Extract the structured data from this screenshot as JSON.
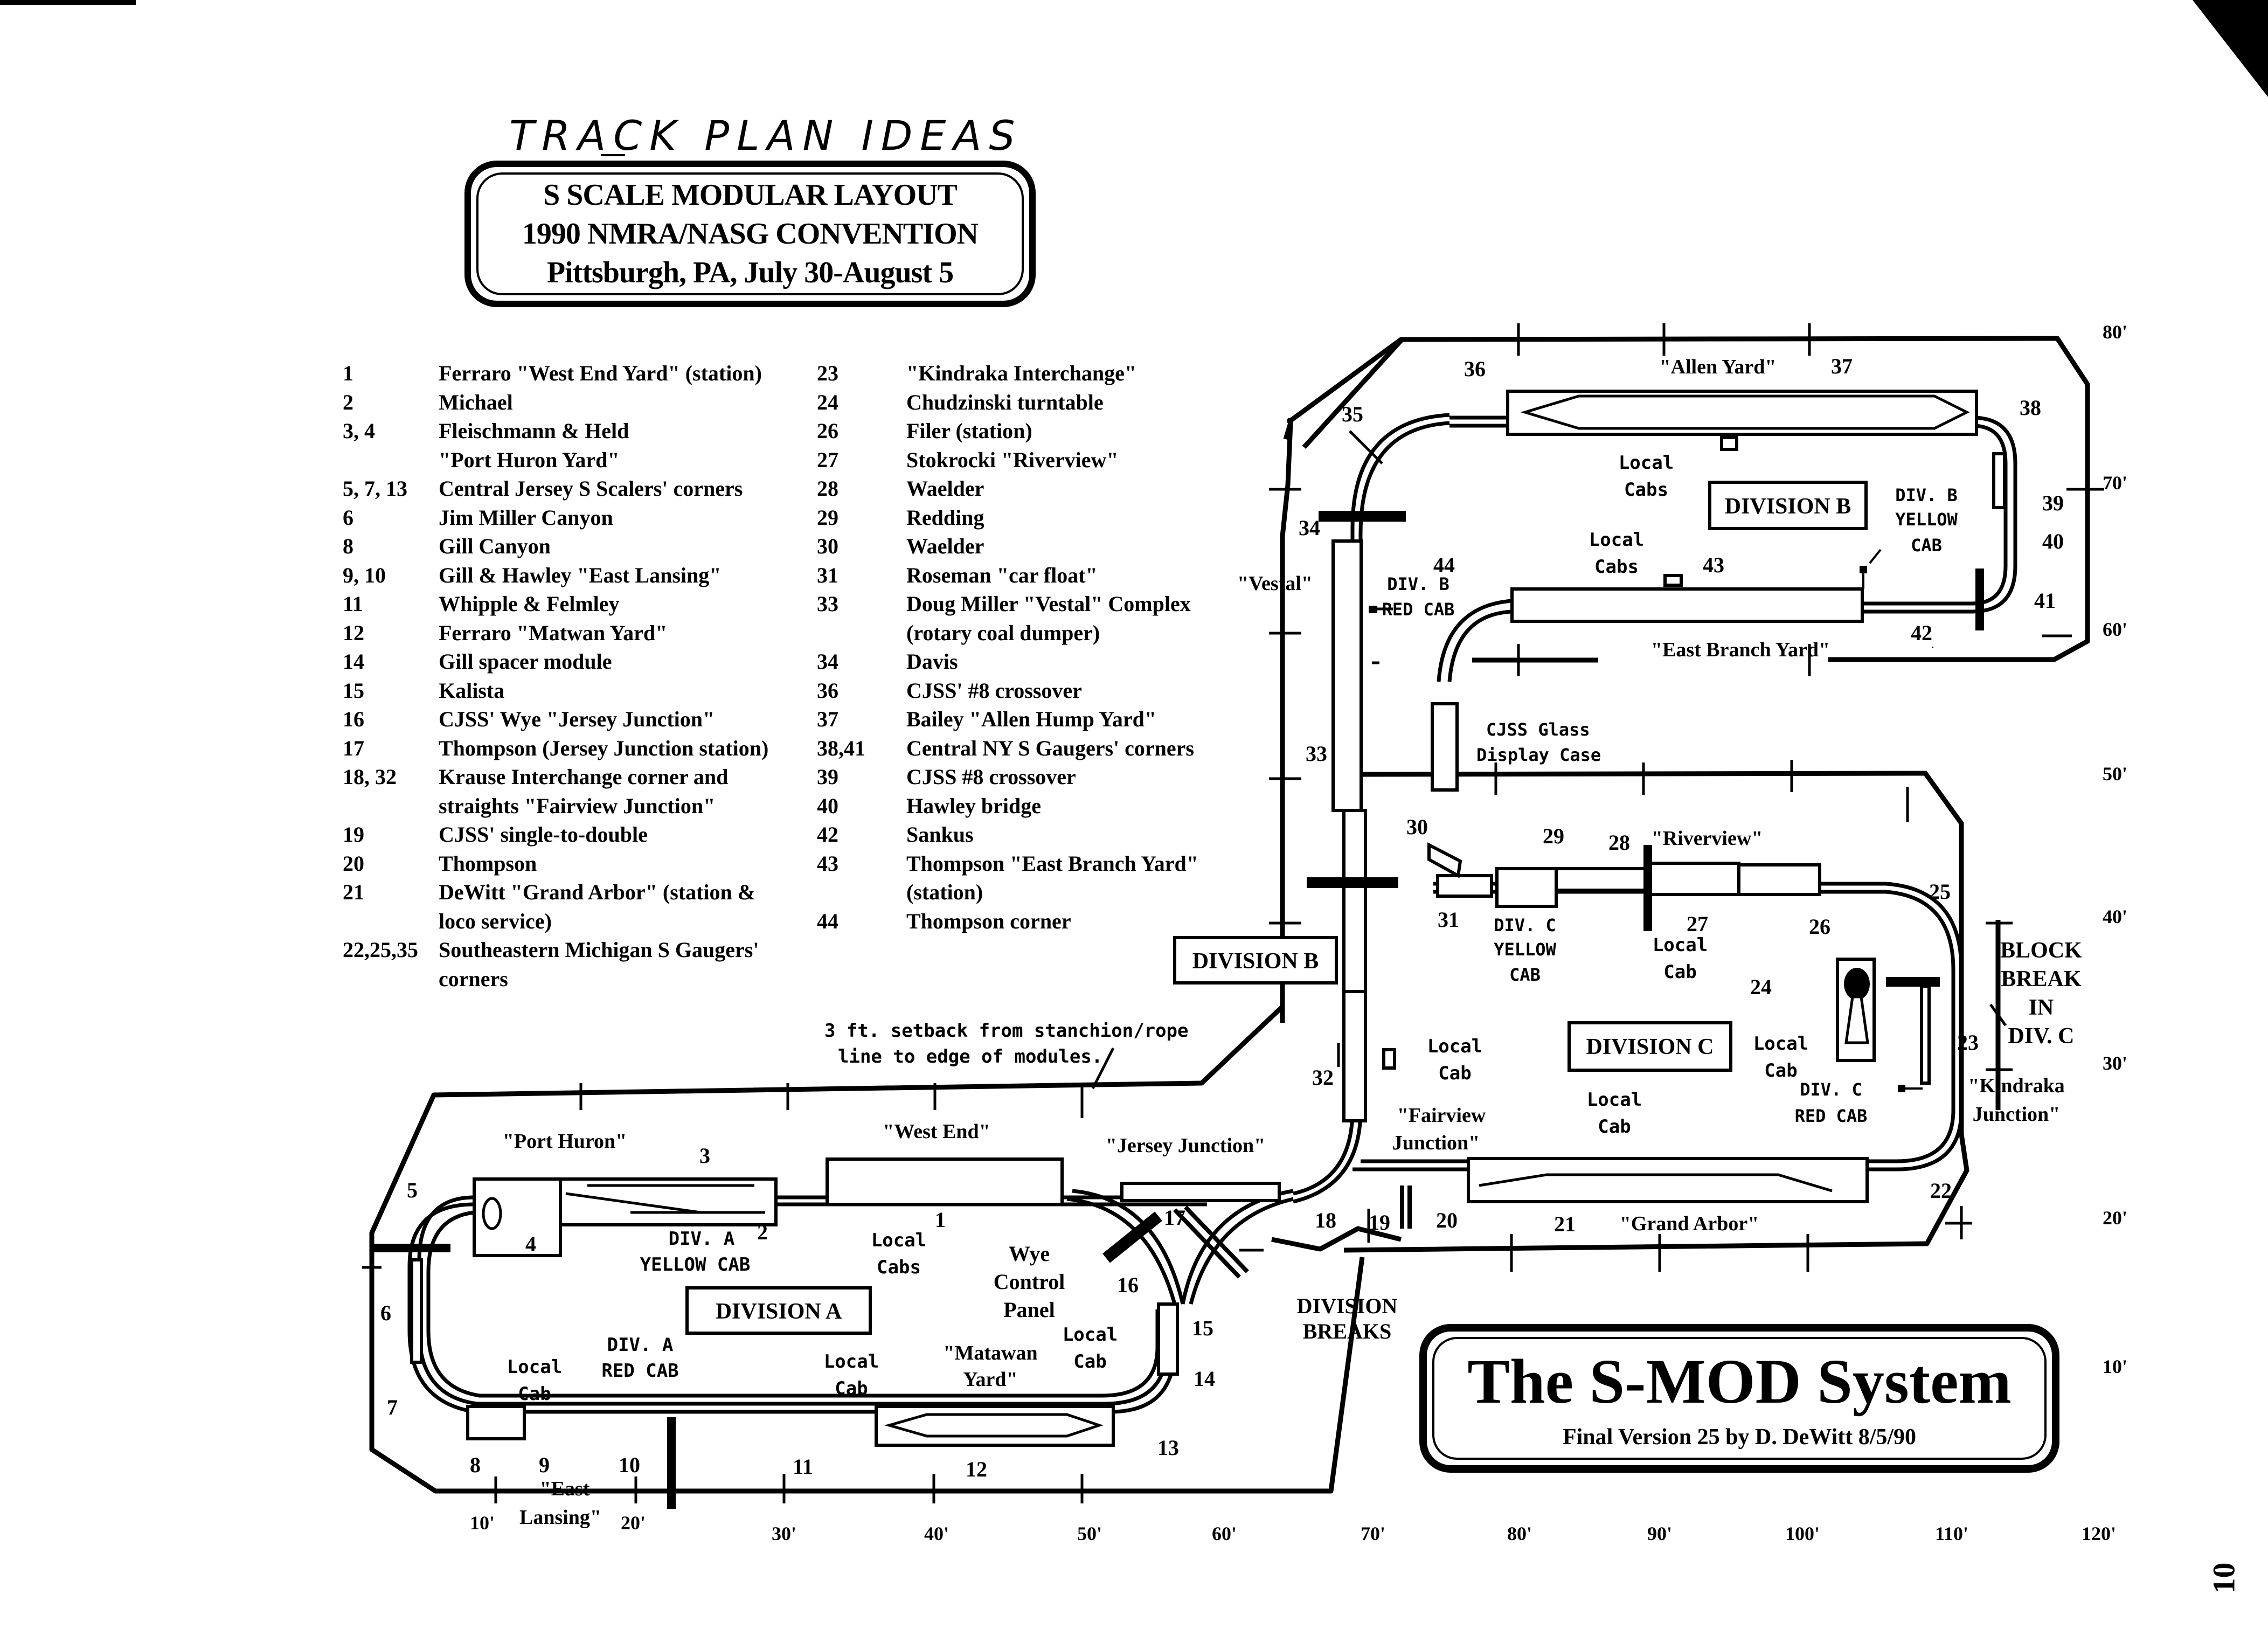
{
  "handwritten_title": "TRACK PLAN IDEAS",
  "header_box": {
    "line1": "S SCALE MODULAR LAYOUT",
    "line2": "1990 NMRA/NASG CONVENTION",
    "line3": "Pittsburgh, PA, July 30-August 5"
  },
  "legend_left": [
    {
      "num": "1",
      "desc": "Ferraro \"West End Yard\"  (station)"
    },
    {
      "num": "2",
      "desc": "Michael"
    },
    {
      "num": "3, 4",
      "desc": "Fleischmann  & Held"
    },
    {
      "num": "",
      "desc": "\"Port Huron Yard\""
    },
    {
      "num": "5, 7, 13",
      "desc": "Central Jersey S Scalers' corners"
    },
    {
      "num": "6",
      "desc": "Jim Miller Canyon"
    },
    {
      "num": "8",
      "desc": "Gill Canyon"
    },
    {
      "num": "9, 10",
      "desc": "Gill & Hawley  \"East  Lansing\""
    },
    {
      "num": "11",
      "desc": "Whipple & Felmley"
    },
    {
      "num": "12",
      "desc": "Ferraro  \"Matwan Yard\""
    },
    {
      "num": "14",
      "desc": "Gill spacer module"
    },
    {
      "num": "15",
      "desc": "Kalista"
    },
    {
      "num": "16",
      "desc": "CJSS' Wye \"Jersey Junction\""
    },
    {
      "num": "17",
      "desc": "Thompson (Jersey Junction station)"
    },
    {
      "num": "18, 32",
      "desc": "Krause Interchange corner and"
    },
    {
      "num": "",
      "desc": "straights \"Fairview Junction\""
    },
    {
      "num": "19",
      "desc": "CJSS' single-to-double"
    },
    {
      "num": "20",
      "desc": "Thompson"
    },
    {
      "num": "21",
      "desc": "DeWitt \"Grand Arbor\" (station &"
    },
    {
      "num": "",
      "desc": "loco service)"
    },
    {
      "num": "22,25,35",
      "desc": "Southeastern Michigan S Gaugers'"
    },
    {
      "num": "",
      "desc": "corners"
    }
  ],
  "legend_right": [
    {
      "num": "23",
      "desc": "\"Kindraka Interchange\""
    },
    {
      "num": "24",
      "desc": "Chudzinski  turntable"
    },
    {
      "num": "26",
      "desc": "Filer (station)"
    },
    {
      "num": "27",
      "desc": "Stokrocki \"Riverview\""
    },
    {
      "num": "28",
      "desc": "Waelder"
    },
    {
      "num": "29",
      "desc": "Redding"
    },
    {
      "num": "30",
      "desc": "Waelder"
    },
    {
      "num": "31",
      "desc": "Roseman \"car float\""
    },
    {
      "num": "33",
      "desc": "Doug Miller \"Vestal\" Complex"
    },
    {
      "num": "",
      "desc": "(rotary coal dumper)"
    },
    {
      "num": "34",
      "desc": "Davis"
    },
    {
      "num": "36",
      "desc": "CJSS' #8 crossover"
    },
    {
      "num": "37",
      "desc": "Bailey \"Allen Hump Yard\""
    },
    {
      "num": "38,41",
      "desc": "Central NY S Gaugers' corners"
    },
    {
      "num": "39",
      "desc": "CJSS #8 crossover"
    },
    {
      "num": "40",
      "desc": "Hawley bridge"
    },
    {
      "num": "42",
      "desc": "Sankus"
    },
    {
      "num": "43",
      "desc": "Thompson \"East Branch Yard\""
    },
    {
      "num": "",
      "desc": "(station)"
    },
    {
      "num": "44",
      "desc": "Thompson corner"
    }
  ],
  "map": {
    "divisions": {
      "a": "DIVISION   A",
      "b_inner": "DIVISION  B",
      "b_outer": "DIVISION   B",
      "c": "DIVISION  C"
    },
    "place_names": {
      "port_huron": "\"Port Huron\"",
      "west_end": "\"West End\"",
      "jersey_junction": "\"Jersey Junction\"",
      "matawan_1": "\"Matawan",
      "matawan_2": "Yard\"",
      "east_lansing_1": "\"East",
      "east_lansing_2": "Lansing\"",
      "fairview_1": "\"Fairview",
      "fairview_2": "Junction\"",
      "grand_arbor": "\"Grand Arbor\"",
      "kindraka_1": "\"Kindraka",
      "kindraka_2": "Junction\"",
      "riverview": "\"Riverview\"",
      "vestal": "\"Vestal\"",
      "allen_yard": "\"Allen  Yard\"",
      "east_branch_yard": "\"East Branch Yard\""
    },
    "cab_labels": {
      "div_a_yellow_1": "DIV. A",
      "div_a_yellow_2": "YELLOW CAB",
      "div_a_red_1": "DIV. A",
      "div_a_red_2": "RED CAB",
      "div_b_red_1": "DIV. B",
      "div_b_red_2": "RED CAB",
      "div_b_yellow_1": "DIV. B",
      "div_b_yellow_2": "YELLOW",
      "div_b_yellow_3": "CAB",
      "div_c_yellow_1": "DIV. C",
      "div_c_yellow_2": "YELLOW",
      "div_c_yellow_3": "CAB",
      "div_c_red_1": "DIV. C",
      "div_c_red_2": "RED CAB",
      "local": "Local",
      "cab": "Cab",
      "cabs": "Cabs"
    },
    "notes": {
      "wye_1": "Wye",
      "wye_2": "Control",
      "wye_3": "Panel",
      "setback_1": "3 ft. setback from stanchion/rope",
      "setback_2": "line to edge of modules.",
      "glass_1": "CJSS Glass",
      "glass_2": "Display Case",
      "div_breaks_1": "DIVISION",
      "div_breaks_2": "BREAKS",
      "block_1": "BLOCK",
      "block_2": "BREAK",
      "block_3": "IN",
      "block_4": "DIV. C"
    },
    "module_numbers": [
      "1",
      "2",
      "3",
      "4",
      "5",
      "6",
      "7",
      "8",
      "9",
      "10",
      "11",
      "12",
      "13",
      "14",
      "15",
      "16",
      "17",
      "18",
      "19",
      "20",
      "21",
      "22",
      "23",
      "24",
      "25",
      "26",
      "27",
      "28",
      "29",
      "30",
      "31",
      "32",
      "33",
      "34",
      "35",
      "36",
      "37",
      "38",
      "39",
      "40",
      "41",
      "42",
      "43",
      "44"
    ],
    "x_axis_labels": [
      "10'",
      "20'",
      "30'",
      "40'",
      "50'",
      "60'",
      "70'",
      "80'",
      "90'",
      "100'",
      "110'",
      "120'"
    ],
    "y_axis_labels": [
      "80'",
      "70'",
      "60'",
      "50'",
      "40'",
      "30'",
      "20'",
      "10'"
    ]
  },
  "footer_box": {
    "title": "The S-MOD System",
    "subtitle": "Final Version 25   by D. DeWitt  8/5/90"
  },
  "page_number": "10"
}
